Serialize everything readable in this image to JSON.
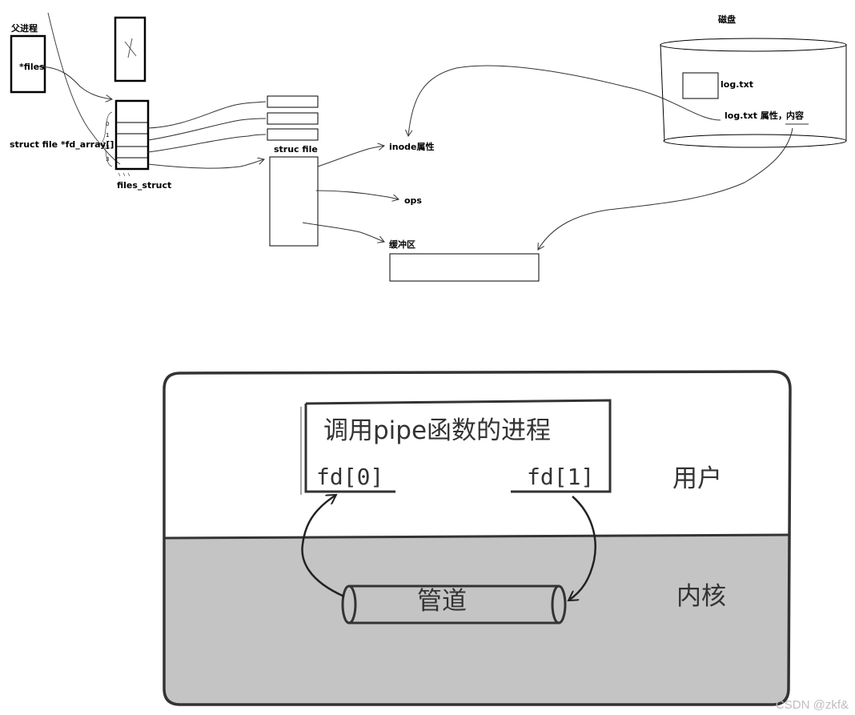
{
  "top_diagram": {
    "parent_process": "父进程",
    "files_ptr": "*files",
    "fd_array": "struct file *fd_array[]",
    "fd_indices": [
      "0",
      "1",
      "2",
      "3"
    ],
    "files_struct": "files_struct",
    "struc_file": "struc file",
    "inode": "inode属性",
    "ops": "ops",
    "buffer": "缓冲区",
    "disk": "磁盘",
    "log_file": "log.txt",
    "log_attr": "log.txt 属性，",
    "log_content": "内容"
  },
  "pipe_diagram": {
    "process": "调用pipe函数的进程",
    "fd0": "fd[0]",
    "fd1": "fd[1]",
    "user": "用户",
    "kernel": "内核",
    "pipe": "管道"
  },
  "watermark": "CSDN @zkf&"
}
